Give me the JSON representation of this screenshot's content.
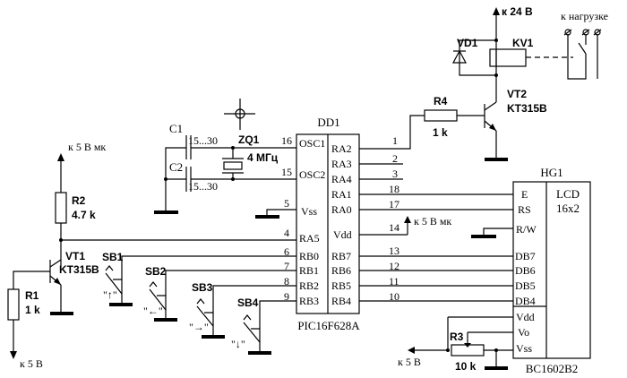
{
  "mcu": {
    "ref": "DD1",
    "part": "PIC16F628A",
    "left_pins": [
      {
        "num": "16",
        "name": "OSC1"
      },
      {
        "num": "15",
        "name": "OSC2"
      },
      {
        "num": "5",
        "name": "Vss"
      },
      {
        "num": "4",
        "name": "RA5"
      },
      {
        "num": "6",
        "name": "RB0"
      },
      {
        "num": "7",
        "name": "RB1"
      },
      {
        "num": "8",
        "name": "RB2"
      },
      {
        "num": "9",
        "name": "RB3"
      }
    ],
    "right_pins": [
      {
        "num": "1",
        "name": "RA2"
      },
      {
        "num": "2",
        "name": "RA3"
      },
      {
        "num": "3",
        "name": "RA4"
      },
      {
        "num": "18",
        "name": "RA1"
      },
      {
        "num": "17",
        "name": "RA0"
      },
      {
        "num": "14",
        "name": "Vdd"
      },
      {
        "num": "13",
        "name": "RB7"
      },
      {
        "num": "12",
        "name": "RB6"
      },
      {
        "num": "11",
        "name": "RB5"
      },
      {
        "num": "10",
        "name": "RB4"
      }
    ]
  },
  "lcd": {
    "ref": "HG1",
    "part": "BC1602B2",
    "type": "LCD",
    "size": "16x2",
    "pins": [
      "E",
      "RS",
      "R/W",
      "DB7",
      "DB6",
      "DB5",
      "DB4",
      "Vdd",
      "Vo",
      "Vss"
    ]
  },
  "c1": {
    "ref": "C1",
    "value": "15...30"
  },
  "c2": {
    "ref": "C2",
    "value": "15...30"
  },
  "crystal": {
    "ref": "ZQ1",
    "value": "4 МГц"
  },
  "r1": {
    "ref": "R1",
    "value": "1 k"
  },
  "r2": {
    "ref": "R2",
    "value": "4.7 k"
  },
  "r3": {
    "ref": "R3",
    "value": "10 k"
  },
  "r4": {
    "ref": "R4",
    "value": "1 k"
  },
  "vt1": {
    "ref": "VT1",
    "part": "KT315B"
  },
  "vt2": {
    "ref": "VT2",
    "part": "KT315B"
  },
  "vd1": {
    "ref": "VD1"
  },
  "kv1": {
    "ref": "KV1"
  },
  "buttons": [
    {
      "ref": "SB1",
      "glyph": "\"↑\""
    },
    {
      "ref": "SB2",
      "glyph": "\"←\""
    },
    {
      "ref": "SB3",
      "glyph": "\"→\""
    },
    {
      "ref": "SB4",
      "glyph": "\"↓\""
    }
  ],
  "labels": {
    "plus5_mk_left": "к 5 В мк",
    "plus5_mk_right": "к 5 В мк",
    "plus24": "к 24 В",
    "load": "к нагрузке",
    "plus5_bottom_left": "к 5 В",
    "plus5_bottom_right": "к 5 В"
  }
}
